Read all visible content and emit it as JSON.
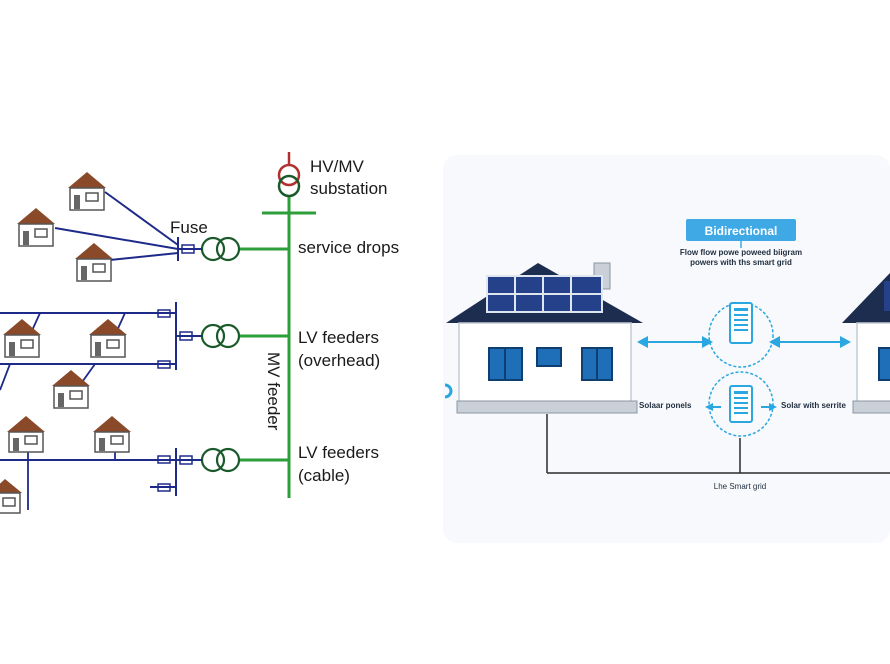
{
  "left_diagram": {
    "substation_label_line1": "HV/MV",
    "substation_label_line2": "substation",
    "fuse_label": "Fuse",
    "service_drops_label": "service drops",
    "lv_overhead_label_line1": "LV feeders",
    "lv_overhead_label_line2": "(overhead)",
    "lv_cable_label_line1": "LV feeders",
    "lv_cable_label_line2": "(cable)",
    "mv_feeder_label": "MV feeder",
    "colors": {
      "mv_line": "#2e9e3a",
      "lv_line": "#1e2a8a",
      "transformer": "#1a5a2a",
      "substation_top": "#b03030"
    }
  },
  "right_diagram": {
    "title_badge": "Bidirectional",
    "subtitle_line1": "Flow flow powe poweed biigram",
    "subtitle_line2": "powers with ths smart grid",
    "left_label": "Solaar ponels",
    "right_label": "Solar with serrite",
    "bottom_label": "Lhe Smart grid",
    "colors": {
      "accent": "#2aa7e0",
      "roof": "#1d2d4f",
      "window": "#1f6fb8",
      "badge": "#3fa9e6"
    }
  }
}
